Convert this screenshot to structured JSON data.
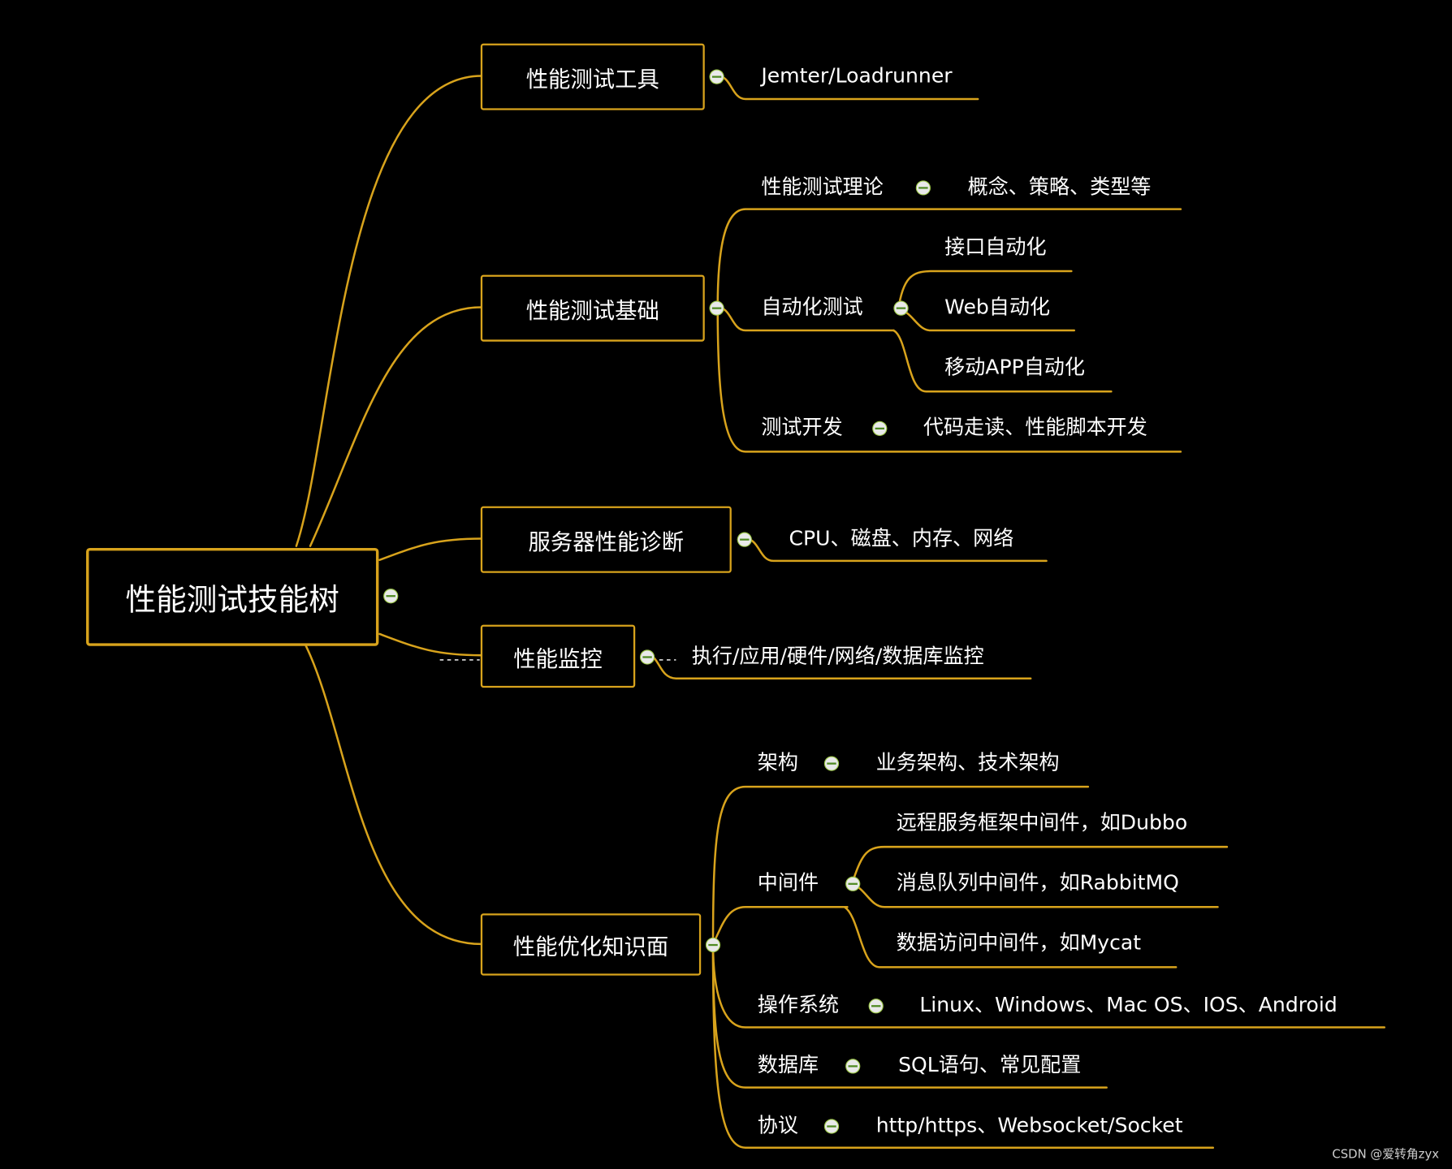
{
  "root": {
    "label": "性能测试技能树"
  },
  "branches": {
    "tools": {
      "label": "性能测试工具",
      "child": "Jemter/Loadrunner"
    },
    "basics": {
      "label": "性能测试基础",
      "theory": {
        "label": "性能测试理论",
        "detail": "概念、策略、类型等"
      },
      "automation": {
        "label": "自动化测试",
        "items": [
          "接口自动化",
          "Web自动化",
          "移动APP自动化"
        ]
      },
      "devtest": {
        "label": "测试开发",
        "detail": "代码走读、性能脚本开发"
      }
    },
    "server": {
      "label": "服务器性能诊断",
      "child": "CPU、磁盘、内存、网络"
    },
    "monitor": {
      "label": "性能监控",
      "child": "执行/应用/硬件/网络/数据库监控"
    },
    "optimize": {
      "label": "性能优化知识面",
      "arch": {
        "label": "架构",
        "detail": "业务架构、技术架构"
      },
      "middleware": {
        "label": "中间件",
        "items": [
          "远程服务框架中间件，如Dubbo",
          "消息队列中间件，如RabbitMQ",
          "数据访问中间件，如Mycat"
        ]
      },
      "os": {
        "label": "操作系统",
        "detail": "Linux、Windows、Mac OS、IOS、Android"
      },
      "db": {
        "label": "数据库",
        "detail": "SQL语句、常见配置"
      },
      "protocol": {
        "label": "协议",
        "detail": "http/https、Websocket/Socket"
      }
    }
  },
  "footer": {
    "credit": "CSDN @爱转角zyx"
  },
  "colors": {
    "line": "#d8a31c",
    "background": "#000000",
    "text": "#ffffff"
  }
}
